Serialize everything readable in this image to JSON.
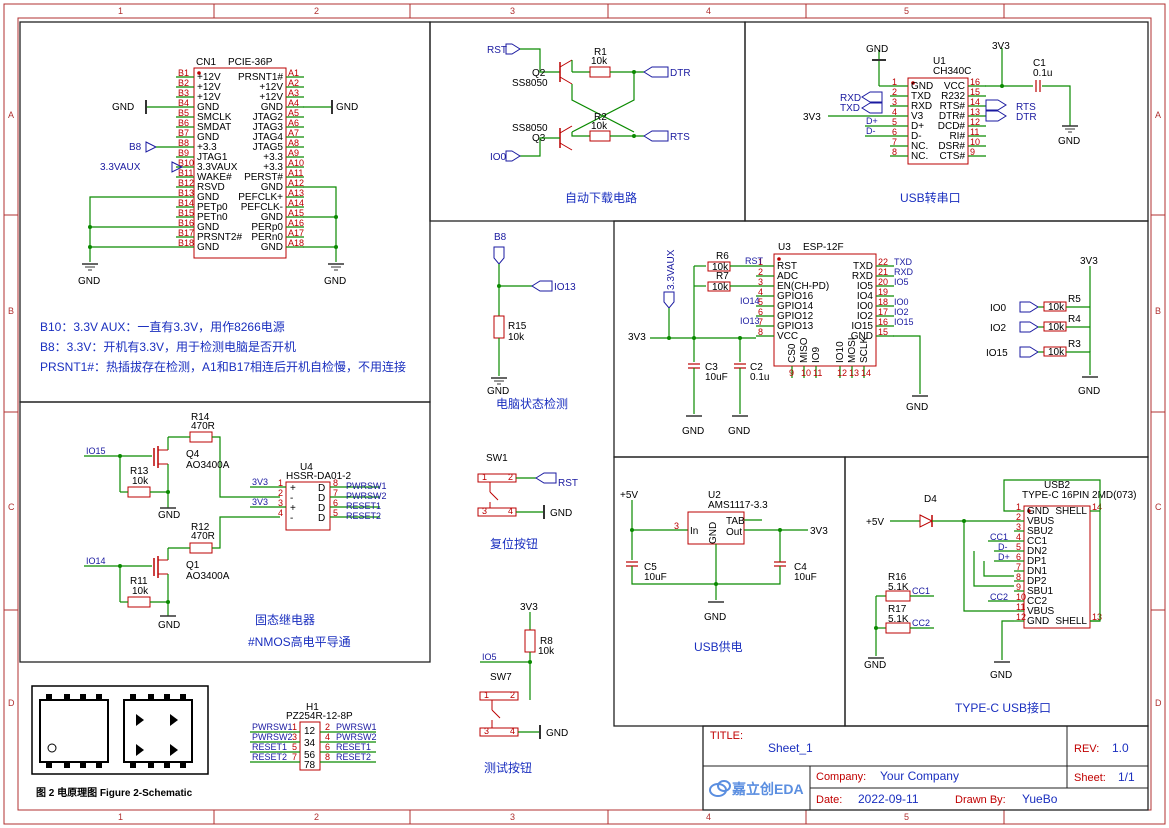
{
  "frame": {
    "col_labels": [
      "1",
      "2",
      "3",
      "4",
      "5"
    ],
    "row_labels": [
      "A",
      "B",
      "C",
      "D"
    ]
  },
  "sections": {
    "auto_download": "自动下载电路",
    "usb_serial": "USB转串口",
    "pc_status": "电脑状态检测",
    "ssr": "固态继电器",
    "nmos_note": "#NMOS高电平导通",
    "reset_button": "复位按钮",
    "test_button": "测试按钮",
    "usb_power": "USB供电",
    "typec": "TYPE-C USB接口"
  },
  "notes": [
    "B10：3.3V AUX：一直有3.3V，用作8266电源",
    "B8：3.3V：开机有3.3V，用于检测电脑是否开机",
    "PRSNT1#：热插拔存在检测，A1和B17相连后开机自检慢，不用连接"
  ],
  "figure_caption": "图 2  电原理图 Figure 2-Schematic",
  "pcie": {
    "ref": "CN1",
    "part": "PCIE-36P",
    "b_pins": [
      "B1",
      "B2",
      "B3",
      "B4",
      "B5",
      "B6",
      "B7",
      "B8",
      "B9",
      "B10",
      "B11",
      "B12",
      "B13",
      "B14",
      "B15",
      "B16",
      "B17",
      "B18"
    ],
    "b_names": [
      "+12V",
      "+12V",
      "+12V",
      "GND",
      "SMCLK",
      "SMDAT",
      "GND",
      "+3.3",
      "JTAG1",
      "3.3VAUX",
      "WAKE#",
      "RSVD",
      "GND",
      "PETp0",
      "PETn0",
      "GND",
      "PRSNT2#",
      "GND"
    ],
    "a_pins": [
      "A1",
      "A2",
      "A3",
      "A4",
      "A5",
      "A6",
      "A7",
      "A8",
      "A9",
      "A10",
      "A11",
      "A12",
      "A13",
      "A14",
      "A15",
      "A16",
      "A17",
      "A18"
    ],
    "a_names": [
      "PRSNT1#",
      "+12V",
      "+12V",
      "GND",
      "JTAG2",
      "JTAG3",
      "JTAG4",
      "JTAG5",
      "+3.3",
      "+3.3",
      "PERST#",
      "GND",
      "PEFCLK+",
      "PEFCLK-",
      "GND",
      "PERp0",
      "PERn0",
      "GND"
    ]
  },
  "ch340": {
    "ref": "U1",
    "part": "CH340C",
    "left_pins": [
      "1",
      "2",
      "3",
      "4",
      "5",
      "6",
      "7",
      "8"
    ],
    "left_names": [
      "GND",
      "TXD",
      "RXD",
      "V3",
      "D+",
      "D-",
      "NC.",
      "NC."
    ],
    "right_pins": [
      "16",
      "15",
      "14",
      "13",
      "12",
      "11",
      "10",
      "9"
    ],
    "right_names": [
      "VCC",
      "R232",
      "RTS#",
      "DTR#",
      "DCD#",
      "RI#",
      "DSR#",
      "CTS#"
    ]
  },
  "esp": {
    "ref": "U3",
    "part": "ESP-12F",
    "left_pins": [
      "1",
      "2",
      "3",
      "4",
      "5",
      "6",
      "7",
      "8"
    ],
    "left_names": [
      "RST",
      "ADC",
      "EN(CH-PD)",
      "GPIO16",
      "GPIO14",
      "GPIO12",
      "GPIO13",
      "VCC"
    ],
    "right_pins": [
      "22",
      "21",
      "20",
      "19",
      "18",
      "17",
      "16",
      "15"
    ],
    "right_names": [
      "TXD",
      "RXD",
      "IO5",
      "IO4",
      "IO0",
      "IO2",
      "IO15",
      "GND"
    ],
    "right_nets": [
      "TXD",
      "RXD",
      "IO5",
      "",
      "IO0",
      "IO2",
      "IO15",
      ""
    ],
    "bottom_pins": [
      "9",
      "10",
      "11",
      "12",
      "13",
      "14"
    ],
    "bottom_names": [
      "CS0",
      "MISO",
      "IO9",
      "IO10",
      "MOSI",
      "SCLK"
    ]
  },
  "usb_c": {
    "ref": "USB2",
    "part": "TYPE-C 16PIN 2MD(073)",
    "left_pins": [
      "1",
      "2",
      "3",
      "4",
      "5",
      "6",
      "7",
      "8",
      "9",
      "10",
      "11",
      "12"
    ],
    "left_names": [
      "GND",
      "VBUS",
      "SBU2",
      "CC1",
      "DN2",
      "DP1",
      "DN1",
      "DP2",
      "SBU1",
      "CC2",
      "VBUS",
      "GND"
    ],
    "right_pins": [
      "14",
      "",
      "",
      "",
      "",
      "",
      "",
      "",
      "",
      "",
      "",
      "13"
    ],
    "right_names": [
      "SHELL",
      "",
      "",
      "",
      "",
      "",
      "",
      "",
      "",
      "",
      "",
      "SHELL"
    ]
  },
  "ldo": {
    "ref": "U2",
    "part": "AMS1117-3.3",
    "pin_in": "In",
    "pin_gnd": "GND",
    "pin_tab": "TAB",
    "pin_out": "Out"
  },
  "ssr": {
    "ref": "U4",
    "part": "HSSR-DA01-2"
  },
  "header": {
    "ref": "H1",
    "part": "PZ254R-12-8P"
  },
  "labels": {
    "gnd": "GND",
    "v3v3": "3V3",
    "p5v": "+5V",
    "b8": "B8",
    "aux": "3.3VAUX",
    "rst": "RST",
    "dtr": "DTR",
    "rts": "RTS",
    "io0": "IO0",
    "io13": "IO13",
    "io14": "IO14",
    "io15": "IO15",
    "io2": "IO2",
    "io5": "IO5",
    "txd": "TXD",
    "rxd": "RXD",
    "dp": "D+",
    "dm": "D-",
    "cc1": "CC1",
    "cc2": "CC2",
    "pwrsw1": "PWRSW1",
    "pwrsw2": "PWRSW2",
    "reset1": "RESET1",
    "reset2": "RESET2",
    "vcc": "VCC"
  },
  "parts": {
    "r1": "R1",
    "r1v": "10k",
    "r2": "R2",
    "r2v": "10k",
    "q2": "Q2",
    "q2p": "SS8050",
    "q3": "Q3",
    "q3p": "SS8050",
    "c1": "C1",
    "c1v": "0.1u",
    "r15": "R15",
    "r15v": "10k",
    "r6": "R6",
    "r6v": "10k",
    "r7": "R7",
    "r7v": "10k",
    "c3": "C3",
    "c3v": "10uF",
    "c2": "C2",
    "c2v": "0.1u",
    "r5": "R5",
    "r4": "R4",
    "r3": "R3",
    "rv": "10k",
    "r14": "R14",
    "r14v": "470R",
    "r12": "R12",
    "r12v": "470R",
    "r13": "R13",
    "r11": "R11",
    "q4": "Q4",
    "q4p": "AO3400A",
    "q1": "Q1",
    "q1p": "AO3400A",
    "sw1": "SW1",
    "sw7": "SW7",
    "r8": "R8",
    "r8v": "10k",
    "c5": "C5",
    "c5v": "10uF",
    "c4": "C4",
    "c4v": "10uF",
    "d4": "D4",
    "r16": "R16",
    "r16v": "5.1K",
    "r17": "R17",
    "r17v": "5.1K"
  },
  "title_block": {
    "title_label": "TITLE:",
    "title": "Sheet_1",
    "rev_label": "REV:",
    "rev": "1.0",
    "company_label": "Company:",
    "company": "Your Company",
    "sheet_label": "Sheet:",
    "sheet": "1/1",
    "date_label": "Date:",
    "date": "2022-09-11",
    "drawn_label": "Drawn By:",
    "drawn": "YueBo",
    "logo": "嘉立创EDA"
  },
  "colors": {
    "wire": "#0a8a00",
    "component": "#b00000",
    "label": "#1a1aa0",
    "section_title": "#1a2fbf",
    "frame": "#b03030"
  }
}
